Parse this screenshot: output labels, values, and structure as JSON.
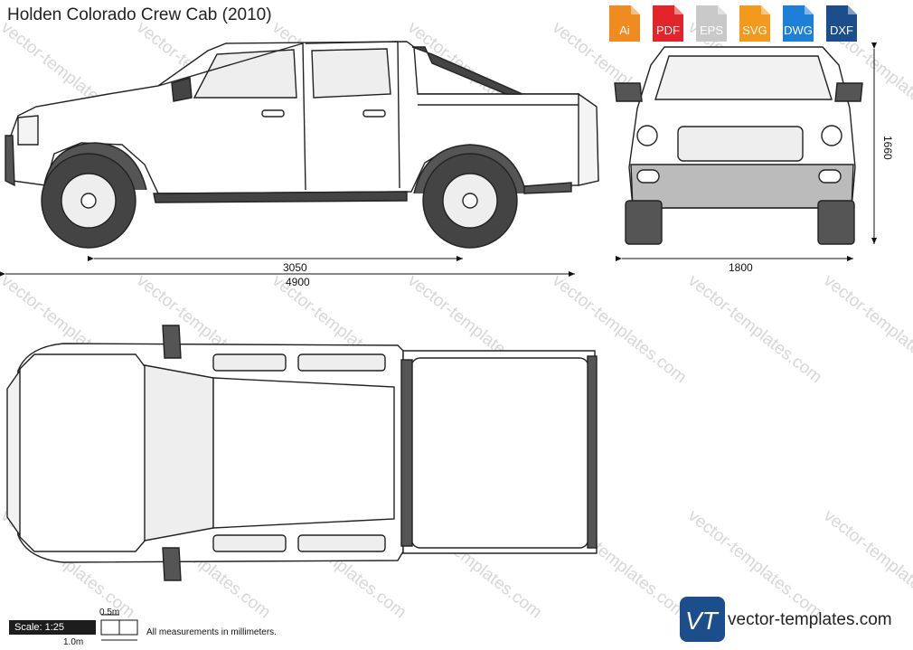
{
  "title": "Holden Colorado Crew Cab (2010)",
  "formats": [
    {
      "label": "Ai",
      "color": "#f08c1f",
      "icon": "ai-file-icon"
    },
    {
      "label": "PDF",
      "color": "#e3242b",
      "icon": "pdf-file-icon"
    },
    {
      "label": "EPS",
      "color": "#c9c9c9",
      "icon": "eps-file-icon"
    },
    {
      "label": "SVG",
      "color": "#f39a1d",
      "icon": "svg-file-icon"
    },
    {
      "label": "DWG",
      "color": "#1e7fd8",
      "icon": "dwg-file-icon"
    },
    {
      "label": "DXF",
      "color": "#1d4e8c",
      "icon": "dxf-file-icon"
    }
  ],
  "dimensions": {
    "wheelbase": "3050",
    "length": "4900",
    "width": "1800",
    "height": "1660"
  },
  "scale": {
    "label": "Scale: 1:25",
    "half": "0.5m",
    "full": "1.0m"
  },
  "note": "All measurements in millimeters.",
  "brand": "vector-templates.com",
  "watermark": "vector-templates.com"
}
